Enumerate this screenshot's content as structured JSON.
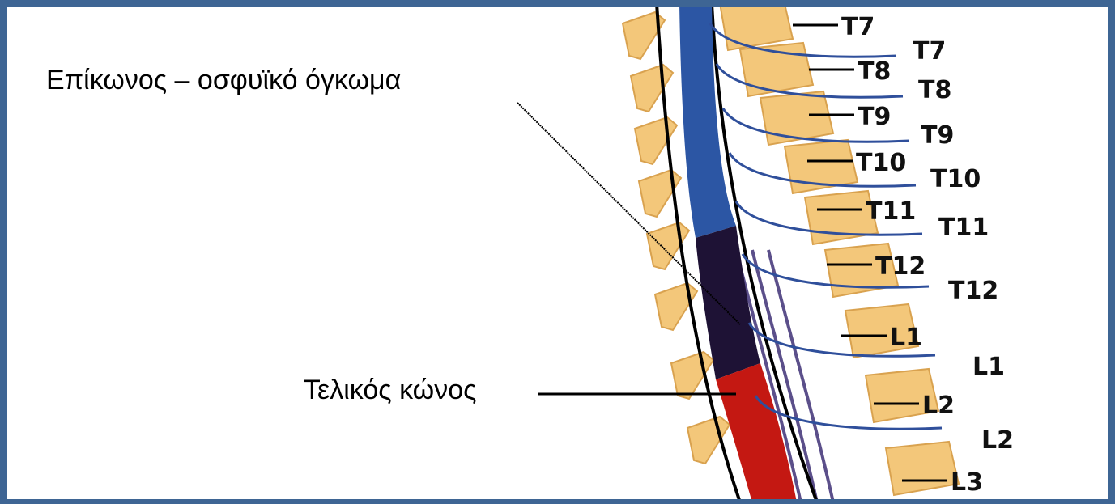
{
  "callouts": {
    "epiconus": "Επίκωνος – οσφυϊκό όγκωμα",
    "conus": "Τελικός κώνος"
  },
  "vertebra_labels": [
    "T7",
    "T8",
    "T9",
    "T10",
    "T11",
    "T12",
    "L1",
    "L2",
    "L3"
  ],
  "nerve_labels": [
    "T7",
    "T8",
    "T9",
    "T10",
    "T11",
    "T12",
    "L1",
    "L2"
  ],
  "colors": {
    "frame": "#3e6594",
    "bone": "#f3c77a",
    "bone_edge": "#d9a24f",
    "cord_thoracic": "#2c56a4",
    "nerve": "#2f4f9b",
    "epiconus": "#1e1235",
    "conus": "#c41812",
    "roots": "#5b4f8a"
  }
}
